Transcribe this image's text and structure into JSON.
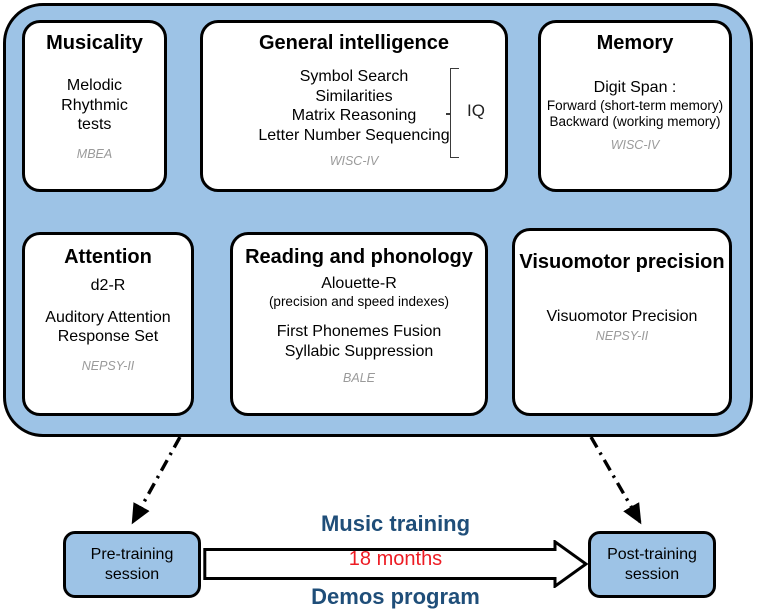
{
  "panel": {
    "name": "assessment-battery-panel",
    "accent_color": "#9DC3E6",
    "border_color": "#000000"
  },
  "cards": [
    {
      "id": "musicality",
      "title": "Musicality",
      "lines": [
        "Melodic",
        "Rhythmic",
        "tests"
      ],
      "source": "MBEA"
    },
    {
      "id": "general-intelligence",
      "title": "General intelligence",
      "lines": [
        "Symbol Search",
        "Similarities",
        "Matrix Reasoning",
        "Letter Number Sequencing"
      ],
      "source": "WISC-IV",
      "bracket_label": "IQ"
    },
    {
      "id": "memory",
      "title": "Memory",
      "lines": [
        "Digit Span :",
        "Forward (short-term memory)",
        "Backward (working memory)"
      ],
      "source": "WISC-IV"
    },
    {
      "id": "attention",
      "title": "Attention",
      "lines": [
        "d2-R",
        "",
        "Auditory Attention",
        "Response Set"
      ],
      "source": "NEPSY-II"
    },
    {
      "id": "reading-and-phonology",
      "title": "Reading and phonology",
      "lines": [
        "Alouette-R",
        "(precision and speed indexes)",
        "",
        "First Phonemes Fusion",
        "Syllabic Suppression"
      ],
      "source": "BALE"
    },
    {
      "id": "visuomotor-precision",
      "title": "Visuomotor precision",
      "lines": [
        "Visuomotor Precision"
      ],
      "source": "NEPSY-II"
    }
  ],
  "timeline": {
    "pre_session_label": "Pre-training\nsession",
    "pre_session_line1": "Pre-training",
    "pre_session_line2": "session",
    "post_session_line1": "Post-training",
    "post_session_line2": "session",
    "training_title": "Music training",
    "training_duration": "18 months",
    "program_name": "Demos program",
    "title_color": "#1F4E79",
    "duration_color": "#ED1C24"
  }
}
